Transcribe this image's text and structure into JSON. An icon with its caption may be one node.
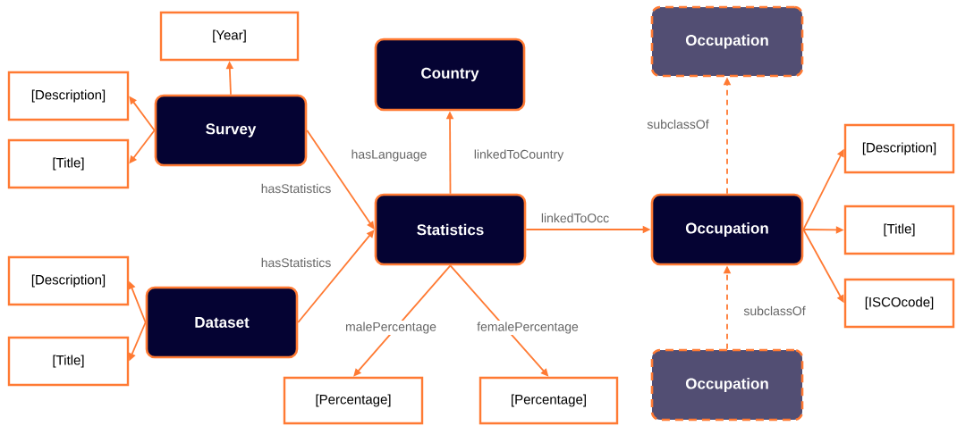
{
  "diagram": {
    "nodes": [
      {
        "text": [
          "[Year]"
        ]
      },
      {
        "text": [
          "Country"
        ]
      },
      {
        "text": [
          "Occupation"
        ]
      },
      {
        "text": [
          "[Description]"
        ]
      },
      {
        "text": [
          "Survey"
        ]
      },
      {
        "text": [
          "[Title]"
        ]
      },
      {
        "text": [
          "[Description]"
        ]
      },
      {
        "text": [
          "Statistics"
        ]
      },
      {
        "text": [
          "Occupation"
        ]
      },
      {
        "text": [
          "[Title]"
        ]
      },
      {
        "text": [
          "[Description]"
        ]
      },
      {
        "text": [
          "Dataset"
        ]
      },
      {
        "text": [
          "[ISCOcode]"
        ]
      },
      {
        "text": [
          "[Title]"
        ]
      },
      {
        "text": [
          "[Percentage]"
        ]
      },
      {
        "text": [
          "[Percentage]"
        ]
      },
      {
        "text": [
          "Occupation"
        ]
      }
    ],
    "edges": [
      {
        "from": 4,
        "to": 0,
        "arrow": "to"
      },
      {
        "from": 4,
        "to": 3,
        "arrow": "to"
      },
      {
        "from": 4,
        "to": 5,
        "arrow": "to"
      },
      {
        "from": 4,
        "to": 7,
        "arrow": "to",
        "label": "hasStatistics"
      },
      {
        "from": 11,
        "to": 7,
        "arrow": "to",
        "label": "hasStatistics"
      },
      {
        "from": 11,
        "to": 10,
        "arrow": "to"
      },
      {
        "from": 11,
        "to": 13,
        "arrow": "to"
      },
      {
        "from": 7,
        "to": 1,
        "arrow": "to",
        "label": "linkedToCountry"
      },
      {
        "from": 7,
        "to": 8,
        "arrow": "to",
        "label": "linkedToOcc"
      },
      {
        "from": 7,
        "to": 14,
        "arrow": "to",
        "label": "malePercentage"
      },
      {
        "from": 7,
        "to": 15,
        "arrow": "to",
        "label": "femalePercentage"
      },
      {
        "from": 8,
        "to": 2,
        "arrow": "to",
        "label": "subclassOf",
        "style": "dashed"
      },
      {
        "from": 16,
        "to": 8,
        "arrow": "to",
        "label": "subclassOf",
        "style": "dashed"
      },
      {
        "from": 8,
        "to": 6,
        "arrow": "to"
      },
      {
        "from": 8,
        "to": 9,
        "arrow": "to"
      },
      {
        "from": 8,
        "to": 12,
        "arrow": "to"
      }
    ],
    "labels": [
      "hasLanguage"
    ]
  }
}
